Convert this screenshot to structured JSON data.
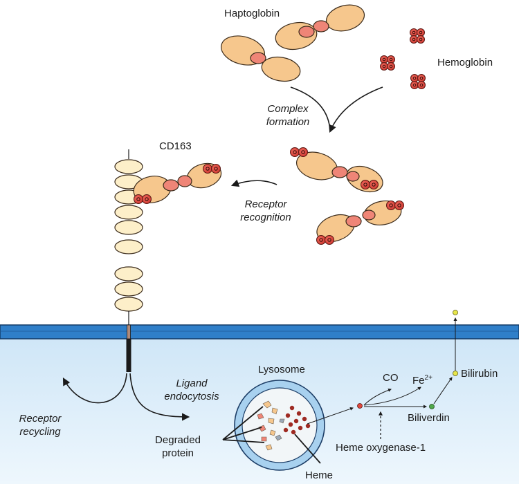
{
  "labels": {
    "haptoglobin": "Haptoglobin",
    "hemoglobin": "Hemoglobin",
    "complex_formation_1": "Complex",
    "complex_formation_2": "formation",
    "cd163": "CD163",
    "receptor_recognition_1": "Receptor",
    "receptor_recognition_2": "recognition",
    "lysosome": "Lysosome",
    "ligand_endocytosis_1": "Ligand",
    "ligand_endocytosis_2": "endocytosis",
    "receptor_recycling_1": "Receptor",
    "receptor_recycling_2": "recycling",
    "degraded_protein_1": "Degraded",
    "degraded_protein_2": "protein",
    "heme": "Heme",
    "co": "CO",
    "fe": "Fe",
    "fe_charge": "2+",
    "biliverdin": "Biliverdin",
    "bilirubin": "Bilirubin",
    "heme_oxygenase": "Heme oxygenase-1"
  },
  "colors": {
    "beta_domain": "#f6c78d",
    "alpha_link": "#ef8577",
    "hemoglobin_unit": "#e0463c",
    "srcr_domain": "#fdefc9",
    "membrane": "#2f7fc9",
    "cytoplasm_top": "#cfe6f7",
    "cytoplasm_bottom": "#eaf5fc",
    "lysosome_ring": "#a8d1ef",
    "biliverdin_dot": "#4fa84a",
    "bilirubin_dot": "#e7e64a"
  }
}
